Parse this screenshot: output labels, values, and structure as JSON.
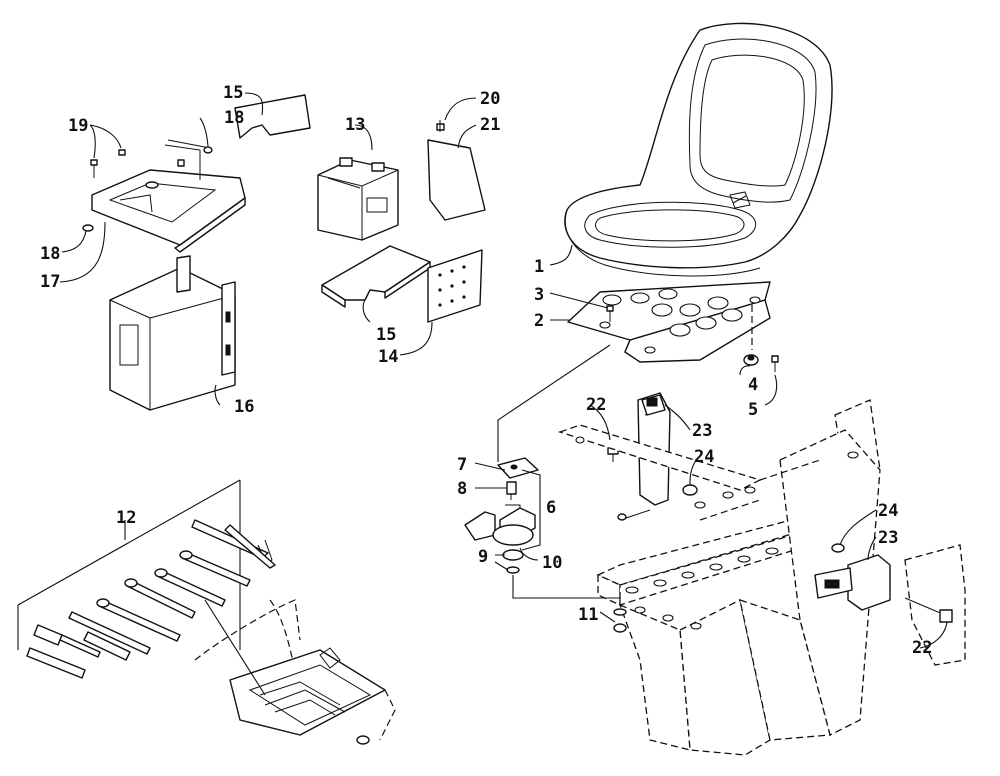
{
  "callouts": [
    {
      "id": "c1",
      "text": "1"
    },
    {
      "id": "c2",
      "text": "2"
    },
    {
      "id": "c3",
      "text": "3"
    },
    {
      "id": "c4",
      "text": "4"
    },
    {
      "id": "c5",
      "text": "5"
    },
    {
      "id": "c6",
      "text": "6"
    },
    {
      "id": "c7",
      "text": "7"
    },
    {
      "id": "c8",
      "text": "8"
    },
    {
      "id": "c9",
      "text": "9"
    },
    {
      "id": "c10",
      "text": "10"
    },
    {
      "id": "c11",
      "text": "11"
    },
    {
      "id": "c12",
      "text": "12"
    },
    {
      "id": "c13",
      "text": "13"
    },
    {
      "id": "c14",
      "text": "14"
    },
    {
      "id": "c15a",
      "text": "15"
    },
    {
      "id": "c15b",
      "text": "15"
    },
    {
      "id": "c16",
      "text": "16"
    },
    {
      "id": "c17",
      "text": "17"
    },
    {
      "id": "c18a",
      "text": "18"
    },
    {
      "id": "c18b",
      "text": "18"
    },
    {
      "id": "c19",
      "text": "19"
    },
    {
      "id": "c20",
      "text": "20"
    },
    {
      "id": "c21",
      "text": "21"
    },
    {
      "id": "c22a",
      "text": "22"
    },
    {
      "id": "c22b",
      "text": "22"
    },
    {
      "id": "c23a",
      "text": "23"
    },
    {
      "id": "c23b",
      "text": "23"
    },
    {
      "id": "c24a",
      "text": "24"
    },
    {
      "id": "c24b",
      "text": "24"
    }
  ]
}
